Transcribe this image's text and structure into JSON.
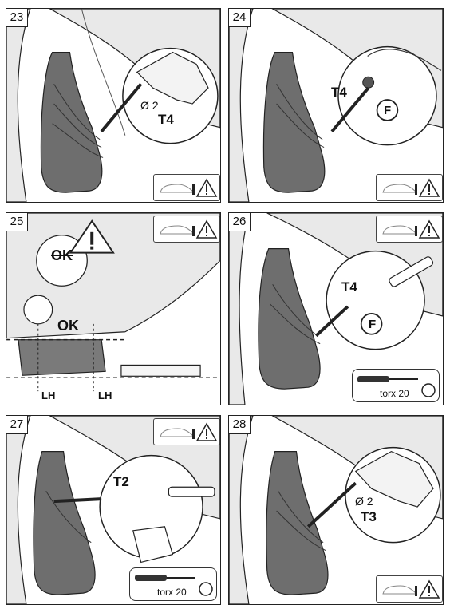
{
  "steps": [
    {
      "number": "23",
      "labels": [
        "Ø 2",
        "T4"
      ]
    },
    {
      "number": "24",
      "labels": [
        "T4",
        "F"
      ]
    },
    {
      "number": "25",
      "labels": [
        "OK",
        "OK",
        "LH",
        "LH"
      ]
    },
    {
      "number": "26",
      "labels": [
        "T4",
        "F"
      ],
      "tool": "torx 20"
    },
    {
      "number": "27",
      "labels": [
        "T2"
      ],
      "tool": "torx 20"
    },
    {
      "number": "28",
      "labels": [
        "Ø 2",
        "T3"
      ]
    }
  ],
  "icons": {
    "warning": "warning-triangle-icon",
    "car": "car-info-icon",
    "torx": "torx-bit-icon",
    "screwdriver": "screwdriver-icon",
    "drill": "drill-icon"
  },
  "colors": {
    "mudflap": "#6e6e6e",
    "body": "#e9e9e9",
    "outline": "#222222"
  }
}
